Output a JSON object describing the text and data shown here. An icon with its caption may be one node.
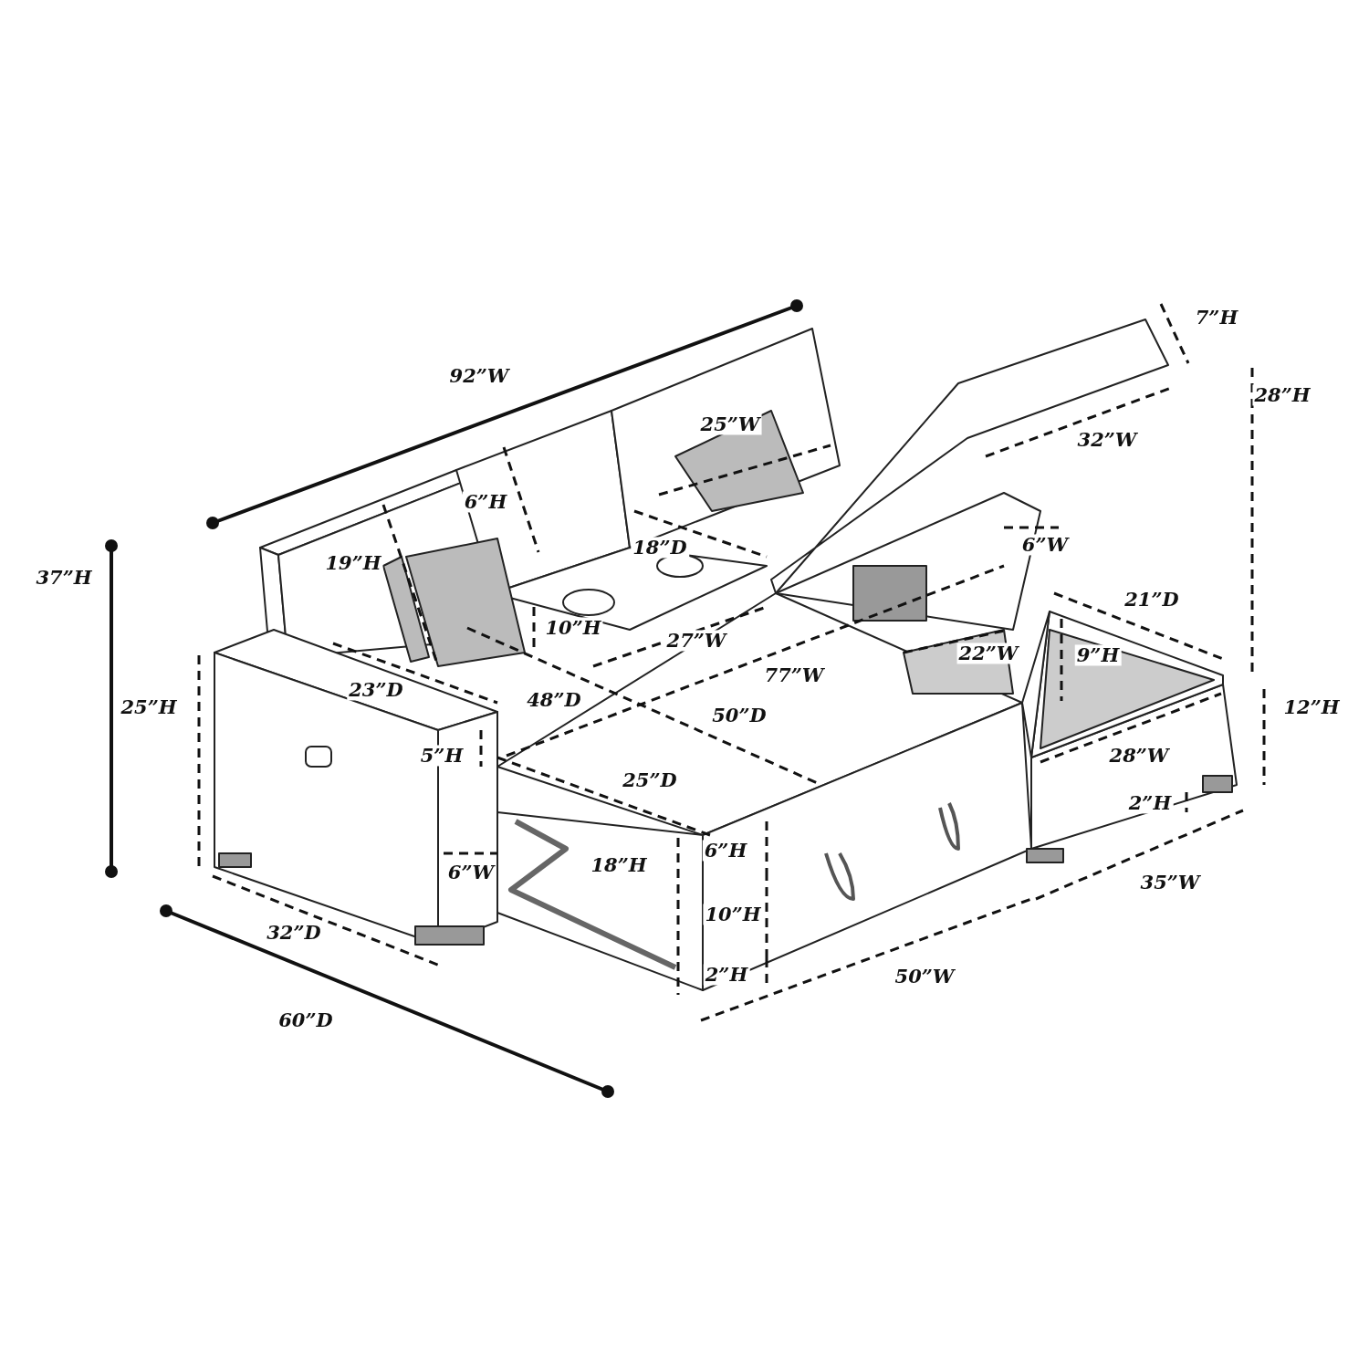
{
  "diagram": {
    "labels": [
      "7”H",
      "92”W",
      "28”H",
      "25”W",
      "32”W",
      "6”H",
      "18”D",
      "6”W",
      "37”H",
      "19”H",
      "21”D",
      "10”H",
      "27”W",
      "22”W",
      "9”H",
      "77”W",
      "25”H",
      "23”D",
      "48”D",
      "12”H",
      "50”D",
      "5”H",
      "28”W",
      "25”D",
      "2”H",
      "6”H",
      "18”H",
      "6”W",
      "35”W",
      "10”H",
      "32”D",
      "2”H",
      "50”W",
      "60”D"
    ]
  }
}
